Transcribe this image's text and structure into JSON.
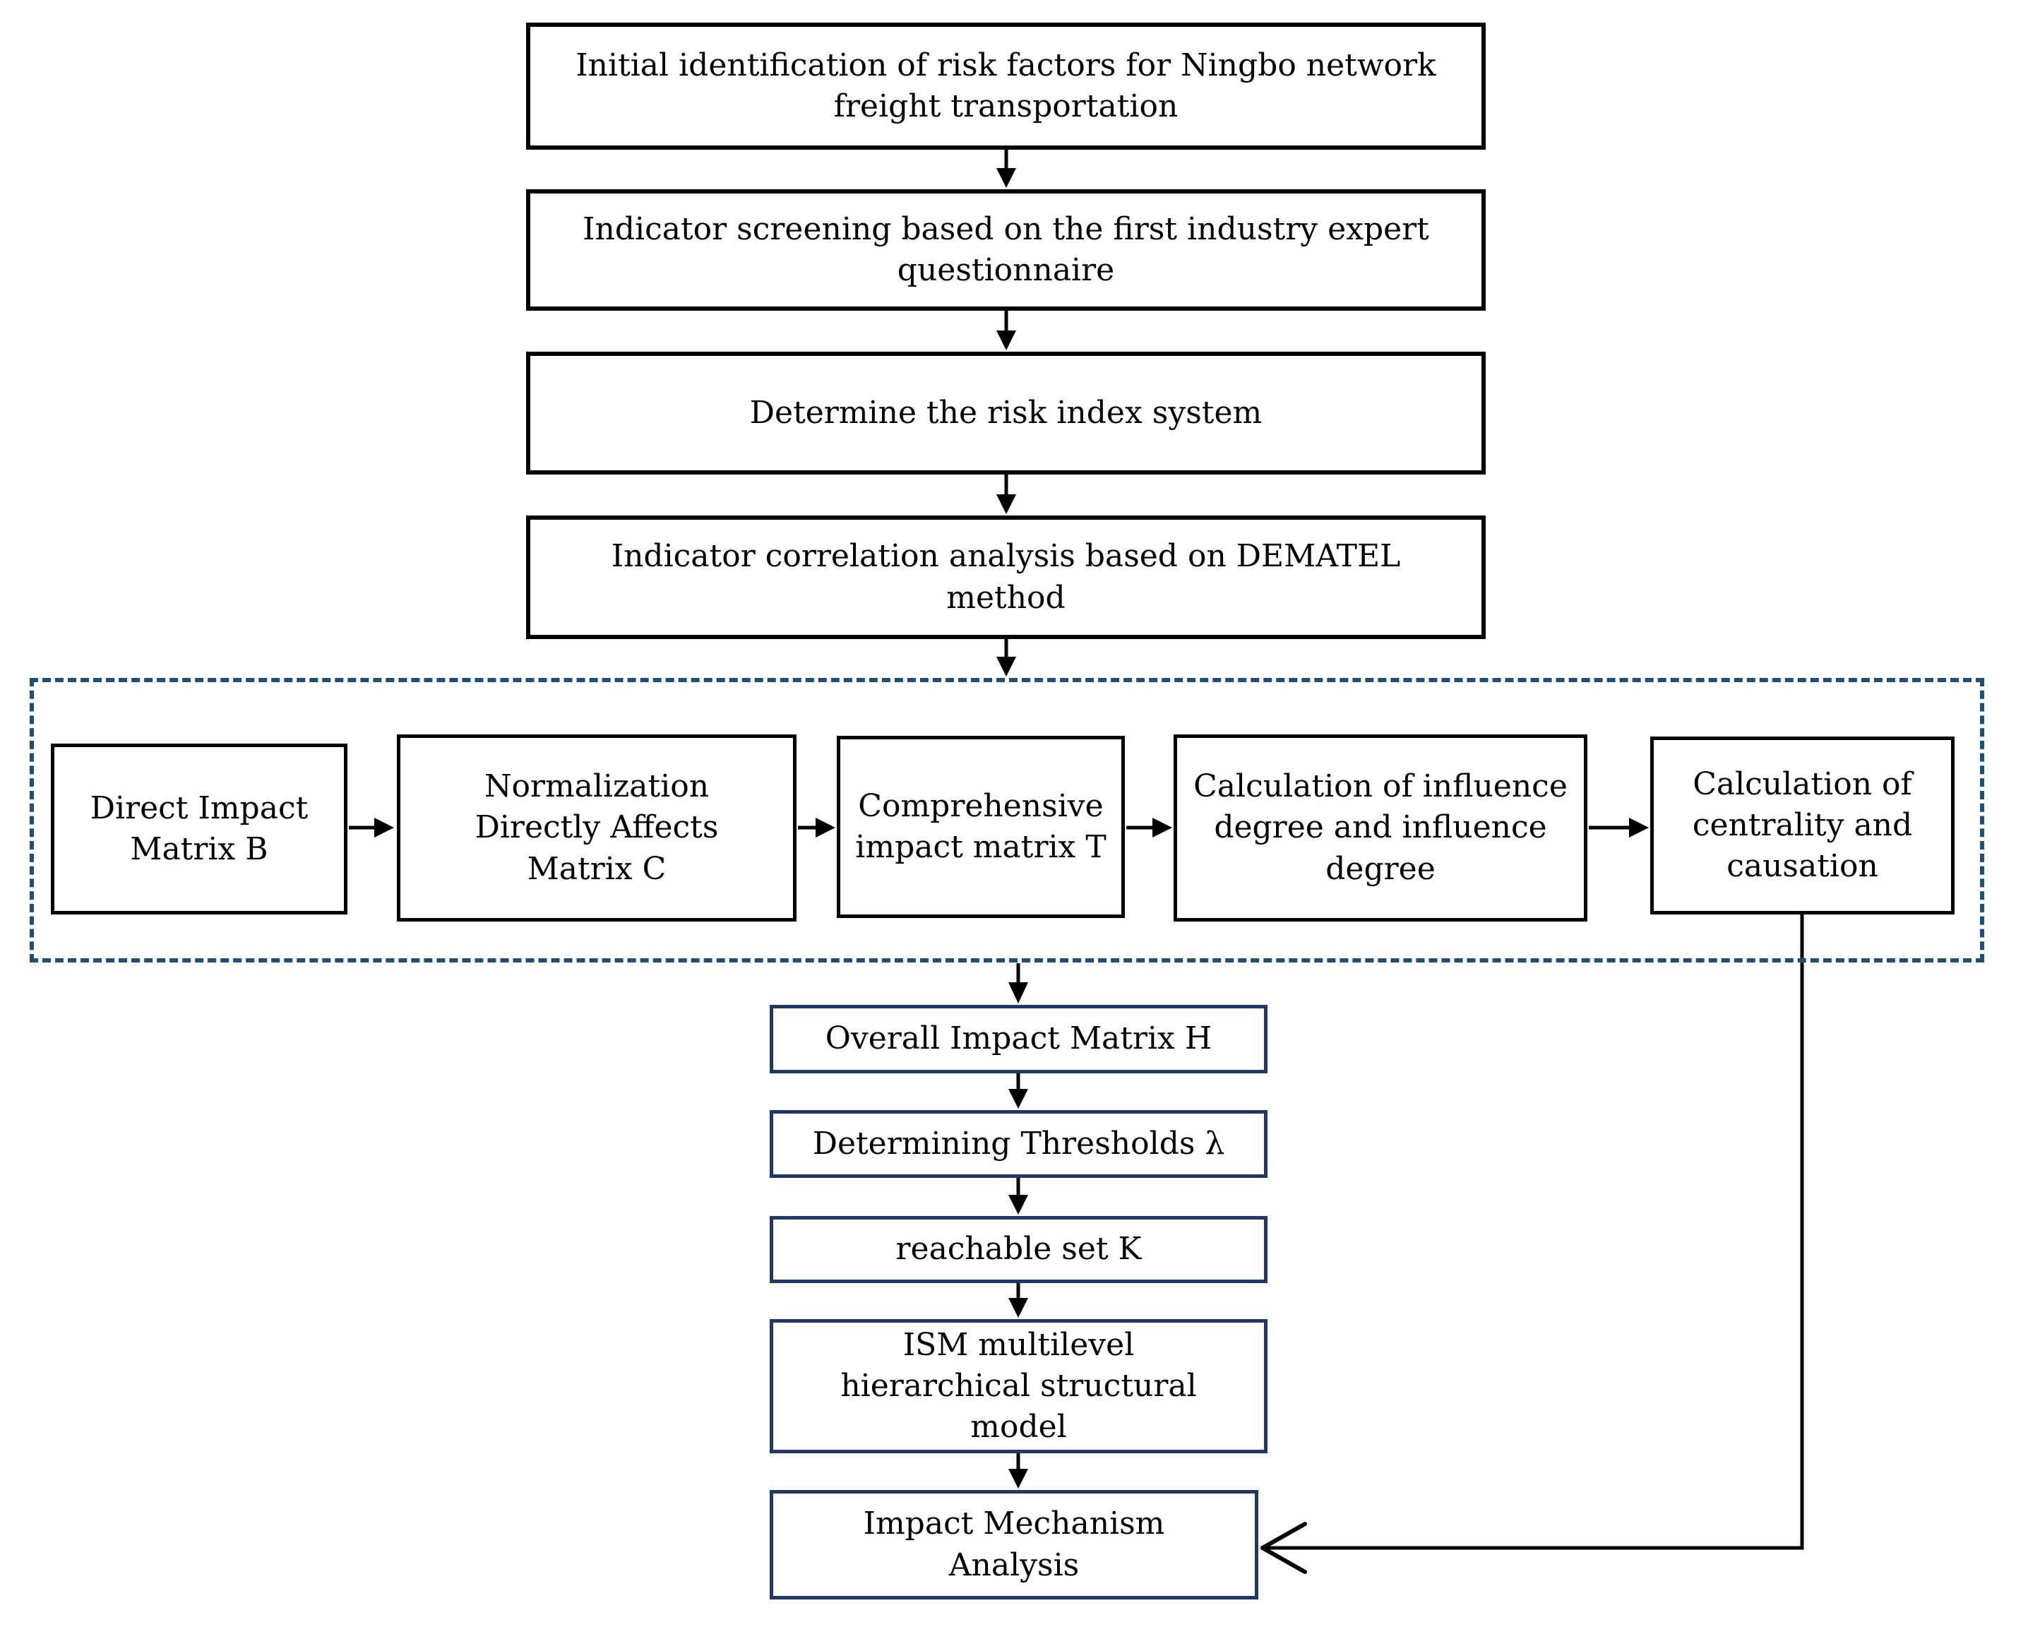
{
  "colors": {
    "black_border": "#000000",
    "navy_border": "#1f3864",
    "dashed_border": "#1f4e79",
    "arrow": "#000000",
    "background": "#ffffff",
    "text": "#000000"
  },
  "top_flow": [
    {
      "label": "Initial identification of risk factors for Ningbo network\nfreight transportation"
    },
    {
      "label": "Indicator screening based on the first industry expert\nquestionnaire"
    },
    {
      "label": "Determine the risk index system"
    },
    {
      "label": "Indicator correlation analysis based on DEMATEL\nmethod"
    }
  ],
  "dematel_group": {
    "boxes": [
      {
        "label": "Direct Impact\nMatrix B"
      },
      {
        "label": "Normalization\nDirectly Affects\nMatrix C"
      },
      {
        "label": "Comprehensive\nimpact matrix T"
      },
      {
        "label": "Calculation of influence\ndegree and influence\ndegree"
      },
      {
        "label": "Calculation of\ncentrality and\ncausation"
      }
    ]
  },
  "bottom_flow": [
    {
      "label": "Overall Impact Matrix H"
    },
    {
      "label": "Determining Thresholds λ"
    },
    {
      "label": "reachable set K"
    },
    {
      "label": "ISM multilevel\nhierarchical structural\nmodel"
    },
    {
      "label": "Impact Mechanism\nAnalysis"
    }
  ]
}
